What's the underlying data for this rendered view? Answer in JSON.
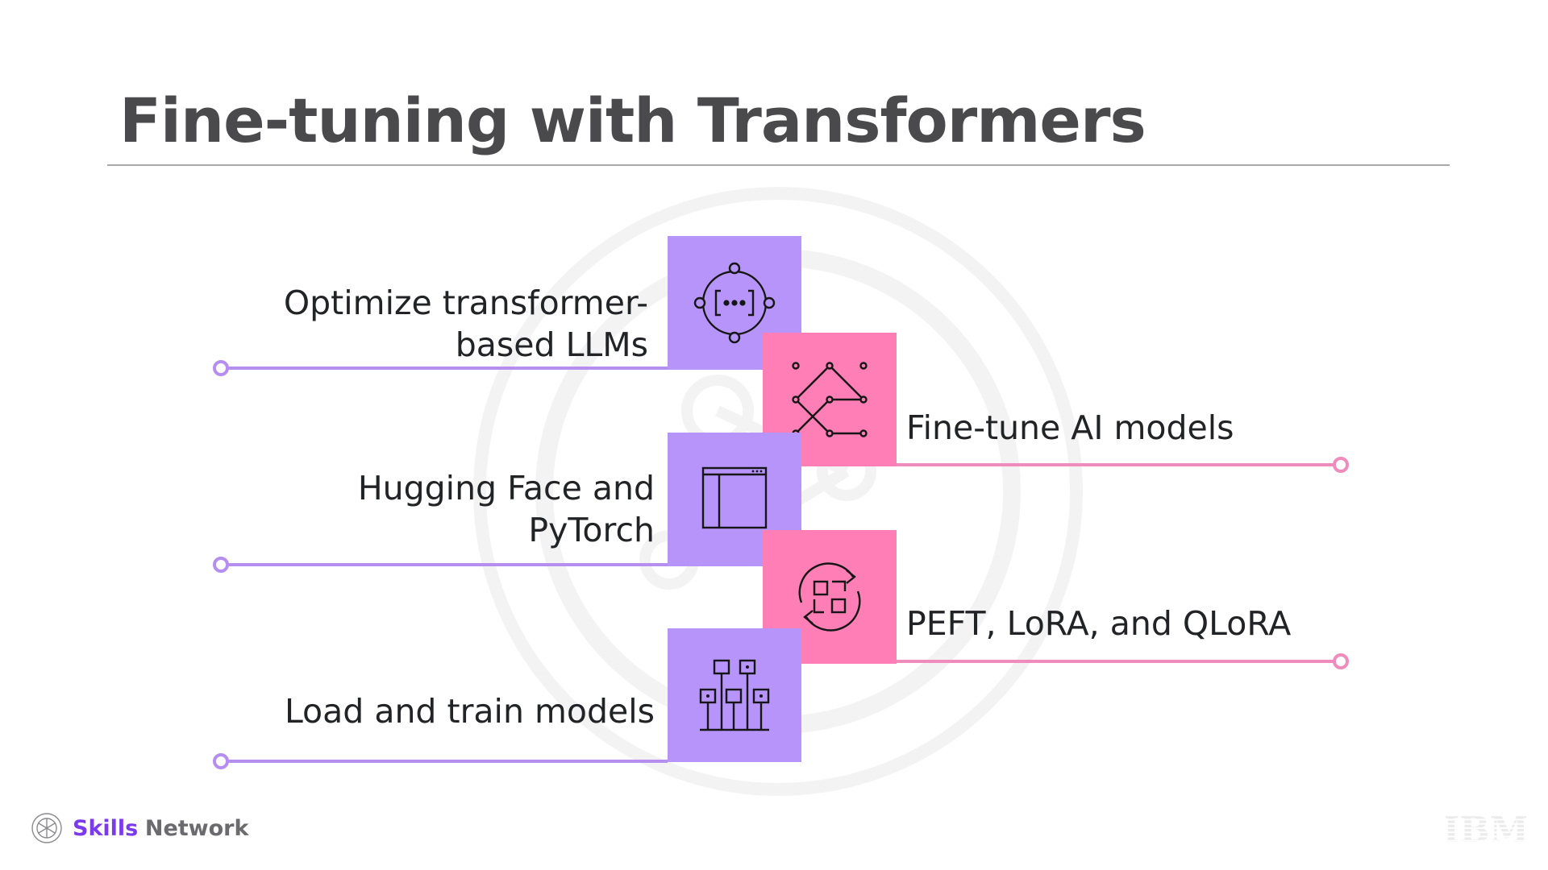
{
  "slide": {
    "title": "Fine-tuning with Transformers"
  },
  "items": [
    {
      "label_line1": "Optimize transformer-",
      "label_line2": "based LLMs",
      "icon": "api-brackets-icon",
      "color": "#b794fa"
    },
    {
      "label": "Fine-tune AI models",
      "icon": "decision-tree-icon",
      "color": "#ff7eb6"
    },
    {
      "label_line1": "Hugging Face and",
      "label_line2": "PyTorch",
      "icon": "browser-window-icon",
      "color": "#b794fa"
    },
    {
      "label": "PEFT, LoRA, and QLoRA",
      "icon": "refresh-grid-icon",
      "color": "#ff7eb6"
    },
    {
      "label": "Load and train models",
      "icon": "circuit-sliders-icon",
      "color": "#b794fa"
    }
  ],
  "colors": {
    "purple_tile": "#b794fa",
    "pink_tile": "#ff7eb6",
    "purple_line": "#b58ef0",
    "pink_line": "#f08cbd",
    "title": "#4a4a4c"
  },
  "footer": {
    "brand_skills": "Skills",
    "brand_network": "Network",
    "right_logo": "IBM"
  }
}
